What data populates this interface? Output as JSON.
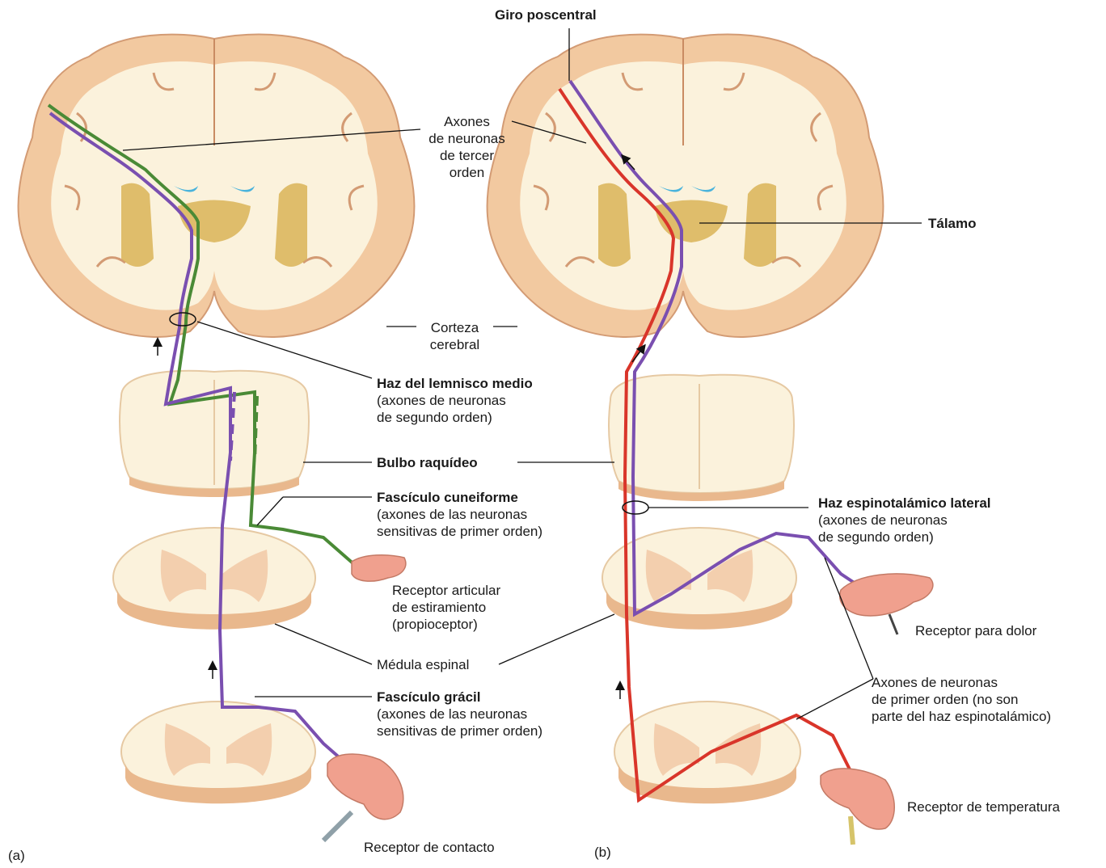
{
  "panels": {
    "a": {
      "tag": "(a)"
    },
    "b": {
      "tag": "(b)"
    }
  },
  "labels": {
    "giro_poscentral": "Giro poscentral",
    "axones_tercer": [
      "Axones",
      "de neuronas",
      "de tercer",
      "orden"
    ],
    "talamo": "Tálamo",
    "corteza": [
      "Corteza",
      "cerebral"
    ],
    "lemnisco": [
      "Haz del lemnisco medio",
      "(axones de neuronas",
      "de segundo orden)"
    ],
    "bulbo": "Bulbo raquídeo",
    "cuneiforme": [
      "Fascículo cuneiforme",
      "(axones de las neuronas",
      "sensitivas de primer orden)"
    ],
    "receptor_articular": [
      "Receptor articular",
      "de estiramiento",
      "(propioceptor)"
    ],
    "medula": "Médula espinal",
    "gracil": [
      "Fascículo grácil",
      "(axones de las neuronas",
      "sensitivas de primer orden)"
    ],
    "receptor_contacto": "Receptor de contacto",
    "espinotalamico": [
      "Haz espinotalámico lateral",
      "(axones de neuronas",
      "de segundo orden)"
    ],
    "receptor_dolor": "Receptor para dolor",
    "axones_primer": [
      "Axones de neuronas",
      "de primer orden (no son",
      "parte del haz espinotalámico)"
    ],
    "receptor_temperatura": "Receptor de temperatura"
  },
  "colors": {
    "cortex": "#f2c9a0",
    "white_matter": "#fbf2dc",
    "nuclei": "#d9b457",
    "ventricle": "#49b3dc",
    "gray_matter": "#f3cfae",
    "green_tract": "#4a8a36",
    "purple_tract": "#7a4fb0",
    "red_tract": "#d9352a",
    "skin": "#f0a08e"
  }
}
